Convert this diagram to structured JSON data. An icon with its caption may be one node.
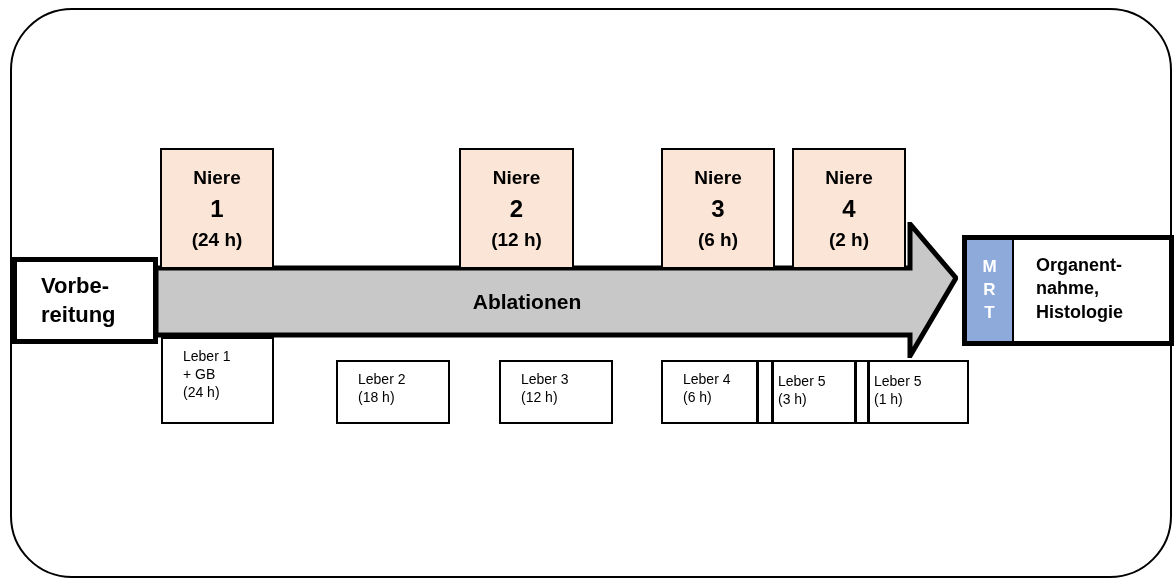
{
  "diagram": {
    "nodes": [
      {
        "text": [],
        "shape": "box"
      },
      {
        "text": [
          "Vorbe- reitung"
        ],
        "in": 0
      },
      {
        "text": [
          "Ablationen"
        ],
        "in": 0
      },
      {
        "text": [
          "Niere",
          "1",
          "(24 h)"
        ],
        "in": 0
      },
      {
        "text": [
          "Niere",
          "2",
          "(12 h)"
        ],
        "in": 0
      },
      {
        "text": [
          "Niere",
          "3",
          "(6 h)"
        ],
        "in": 0
      },
      {
        "text": [
          "Niere",
          "4",
          "(2 h)"
        ],
        "in": 0
      },
      {
        "text": [
          "Leber 1 + GB (24 h)"
        ],
        "in": 0
      },
      {
        "text": [
          "Leber 2 (18 h)"
        ],
        "in": 0
      },
      {
        "text": [
          "Leber 3 (12 h)"
        ],
        "in": 0
      },
      {
        "text": [
          "Leber 4 (6 h)"
        ],
        "in": 0
      },
      {
        "text": [],
        "shape": "box",
        "in": 0
      },
      {
        "text": [
          "Leber 5 (3 h)"
        ],
        "in": 0
      },
      {
        "text": [],
        "shape": "box",
        "in": 0
      },
      {
        "text": [
          "Leber 5 (1 h)"
        ],
        "in": 0
      },
      {
        "text": [
          "MRT"
        ],
        "in": 0
      },
      {
        "text": [
          "Organent- nahme, Histologie"
        ],
        "in": 0
      }
    ]
  }
}
